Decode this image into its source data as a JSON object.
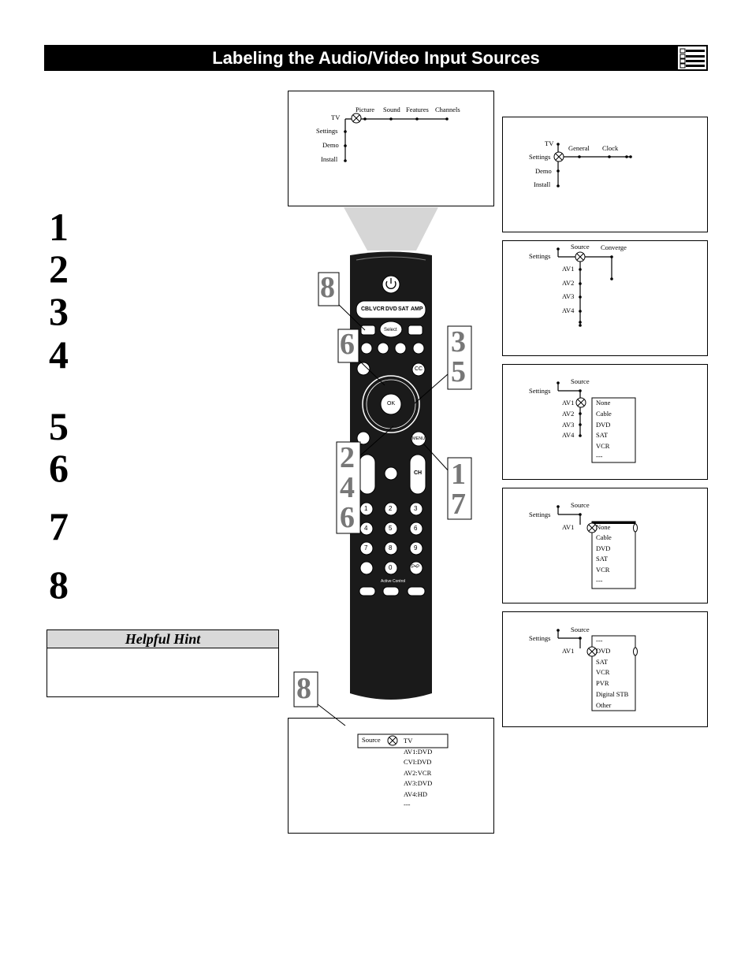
{
  "header": {
    "title": "Labeling the Audio/Video Input Sources"
  },
  "steps": [
    "1",
    "2",
    "3",
    "4",
    "5",
    "6",
    "7",
    "8"
  ],
  "hint": {
    "title": "Helpful Hint"
  },
  "screen1": {
    "tv": "TV",
    "settings": "Settings",
    "demo": "Demo",
    "install": "Install",
    "picture": "Picture",
    "sound": "Sound",
    "features": "Features",
    "channels": "Channels"
  },
  "screen2": {
    "tv": "TV",
    "settings": "Settings",
    "demo": "Demo",
    "install": "Install",
    "general": "General",
    "clock": "Clock"
  },
  "screen3": {
    "settings": "Settings",
    "source": "Source",
    "converge": "Converge",
    "av": [
      "AV1",
      "AV2",
      "AV3",
      "AV4"
    ]
  },
  "screen4": {
    "settings": "Settings",
    "source": "Source",
    "av": [
      "AV1",
      "AV2",
      "AV3",
      "AV4"
    ],
    "options": [
      "None",
      "Cable",
      "DVD",
      "SAT",
      "VCR",
      "---"
    ]
  },
  "screen5": {
    "settings": "Settings",
    "source": "Source",
    "av1": "AV1",
    "options": [
      "None",
      "Cable",
      "DVD",
      "SAT",
      "VCR",
      "---"
    ]
  },
  "screen6": {
    "settings": "Settings",
    "source": "Source",
    "av1": "AV1",
    "options": [
      "---",
      "DVD",
      "SAT",
      "VCR",
      "PVR",
      "Digital  STB",
      "Other"
    ]
  },
  "screen7": {
    "source": "Source",
    "items": [
      "TV",
      "AV1:DVD",
      "CVI:DVD",
      "AV2:VCR",
      "AV3:DVD",
      "AV4:HD",
      "---"
    ]
  },
  "remote": {
    "modes": [
      "CBL",
      "VCR",
      "DVD",
      "SAT",
      "AMP"
    ],
    "select": "Select",
    "cc": "CC",
    "ok": "OK",
    "menu": "MENU",
    "ch": "CH",
    "digits": [
      "1",
      "2",
      "3",
      "4",
      "5",
      "6",
      "7",
      "8",
      "9",
      "0"
    ],
    "pp": "P•P",
    "active_control": "Active Control"
  },
  "callouts": {
    "c8_top": "8",
    "c6": "6",
    "c35": [
      "3",
      "5"
    ],
    "c246": [
      "2",
      "4",
      "6"
    ],
    "c17": [
      "1",
      "7"
    ],
    "c8_bottom": "8"
  }
}
